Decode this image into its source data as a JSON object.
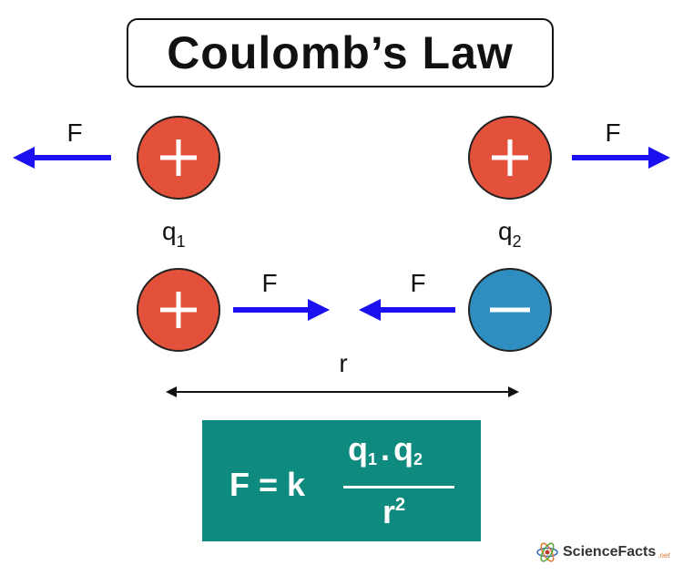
{
  "title": "Coulomb’s Law",
  "labels": {
    "force": "F",
    "q1_base": "q",
    "q1_sub": "1",
    "q2_base": "q",
    "q2_sub": "2",
    "distance": "r"
  },
  "formula": {
    "lhs": "F = k",
    "num_q": "q",
    "num_sub1": "1",
    "num_dot": ".",
    "num_sub2": "2",
    "den_base": "r",
    "den_exp": "2"
  },
  "logo": {
    "name": "ScienceFacts",
    "suffix": ".net"
  },
  "colors": {
    "positive": "#e4513b",
    "negative": "#2f8ec0",
    "arrow": "#1a10f0",
    "formula_bg": "#0f8a7e"
  },
  "charges": [
    {
      "name": "top-left",
      "sign": "+"
    },
    {
      "name": "top-right",
      "sign": "+"
    },
    {
      "name": "bottom-left",
      "sign": "+"
    },
    {
      "name": "bottom-right",
      "sign": "−"
    }
  ]
}
